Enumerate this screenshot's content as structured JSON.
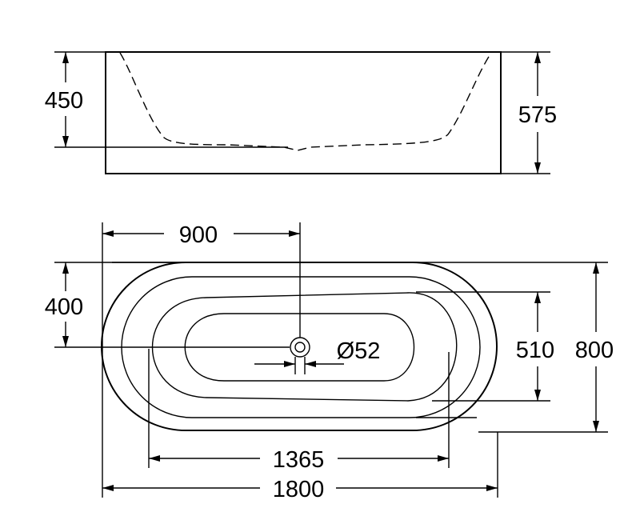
{
  "diagram": {
    "side_view": {
      "inner_height": "450",
      "outer_height": "575"
    },
    "top_view": {
      "drain_position": "900",
      "half_width": "400",
      "drain_diameter": "Ø52",
      "inner_width": "510",
      "overall_width": "800",
      "inner_length": "1365",
      "overall_length": "1800"
    }
  }
}
